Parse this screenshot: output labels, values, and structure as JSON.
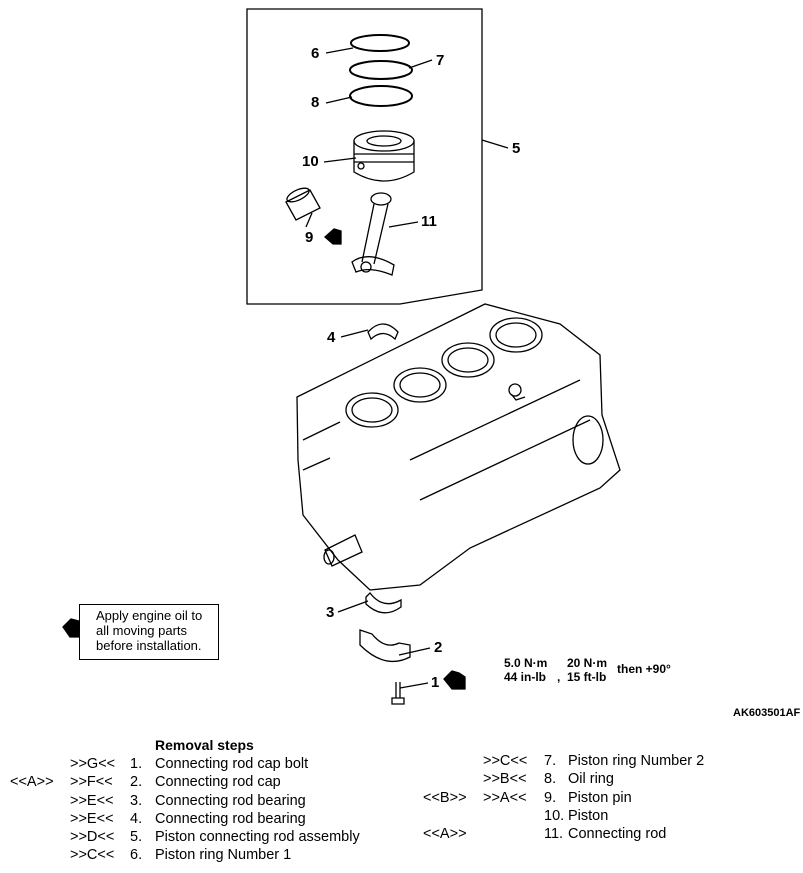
{
  "callouts": {
    "c1": "1",
    "c2": "2",
    "c3": "3",
    "c4": "4",
    "c5": "5",
    "c6": "6",
    "c7": "7",
    "c8": "8",
    "c9": "9",
    "c10": "10",
    "c11": "11"
  },
  "note": {
    "line1": "Apply engine oil to",
    "line2": "all moving parts",
    "line3": "before installation."
  },
  "torque": {
    "nm1": "5.0 N·m",
    "imp1": "44 in-lb",
    "sep": ",",
    "nm2": "20 N·m",
    "imp2": "15 ft-lb",
    "angle": "then +90°"
  },
  "figure_code": "AK603501AF",
  "removal": {
    "title": "Removal steps",
    "left": [
      {
        "inst": "",
        "rem": ">>G<<",
        "num": "1.",
        "text": "Connecting rod cap bolt"
      },
      {
        "inst": "<<A>>",
        "rem": ">>F<<",
        "num": "2.",
        "text": "Connecting rod cap"
      },
      {
        "inst": "",
        "rem": ">>E<<",
        "num": "3.",
        "text": "Connecting rod bearing"
      },
      {
        "inst": "",
        "rem": ">>E<<",
        "num": "4.",
        "text": "Connecting rod bearing"
      },
      {
        "inst": "",
        "rem": ">>D<<",
        "num": "5.",
        "text": "Piston connecting rod assembly"
      },
      {
        "inst": "",
        "rem": ">>C<<",
        "num": "6.",
        "text": "Piston ring Number 1"
      }
    ],
    "right": [
      {
        "inst": "",
        "rem": ">>C<<",
        "num": "7.",
        "text": "Piston ring Number 2"
      },
      {
        "inst": "",
        "rem": ">>B<<",
        "num": "8.",
        "text": "Oil ring"
      },
      {
        "inst": "<<B>>",
        "rem": ">>A<<",
        "num": "9.",
        "text": "Piston pin"
      },
      {
        "inst": "",
        "rem": "",
        "num": "10.",
        "text": "Piston"
      },
      {
        "inst": "<<A>>",
        "rem": "",
        "num": "11.",
        "text": "Connecting rod"
      }
    ]
  }
}
